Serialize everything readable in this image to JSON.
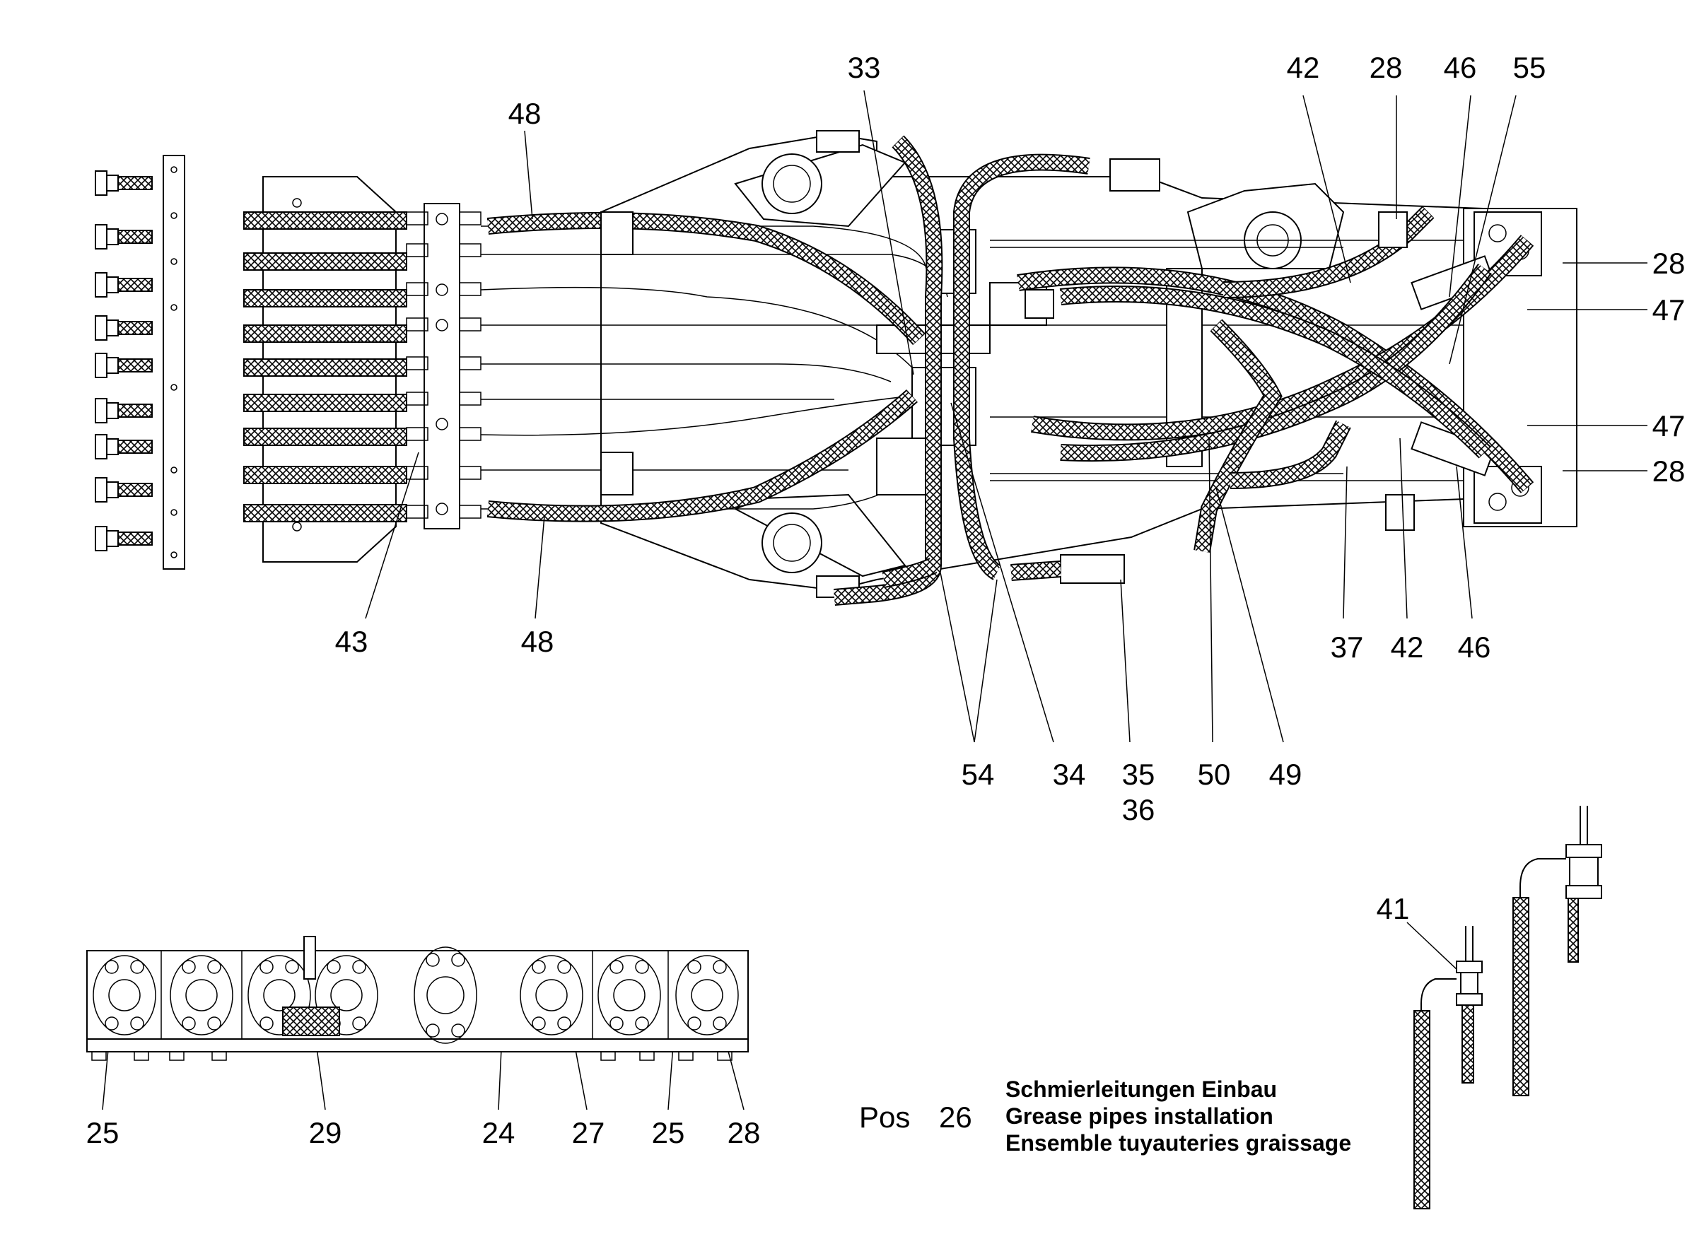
{
  "callouts": {
    "c33": "33",
    "c42a": "42",
    "c28a": "28",
    "c46a": "46",
    "c55": "55",
    "c48a": "48",
    "c28b": "28",
    "c47a": "47",
    "c47b": "47",
    "c28c": "28",
    "c43": "43",
    "c48b": "48",
    "c37": "37",
    "c42b": "42",
    "c46b": "46",
    "c54": "54",
    "c34": "34",
    "c35": "35",
    "c36": "36",
    "c50": "50",
    "c49": "49",
    "c41": "41",
    "c25a": "25",
    "c29": "29",
    "c24": "24",
    "c27": "27",
    "c25b": "25",
    "c28d": "28"
  },
  "caption": {
    "pos_label": "Pos",
    "pos_number": "26",
    "line_de": "Schmierleitungen Einbau",
    "line_en": "Grease pipes installation",
    "line_fr": "Ensemble tuyauteries graissage"
  }
}
